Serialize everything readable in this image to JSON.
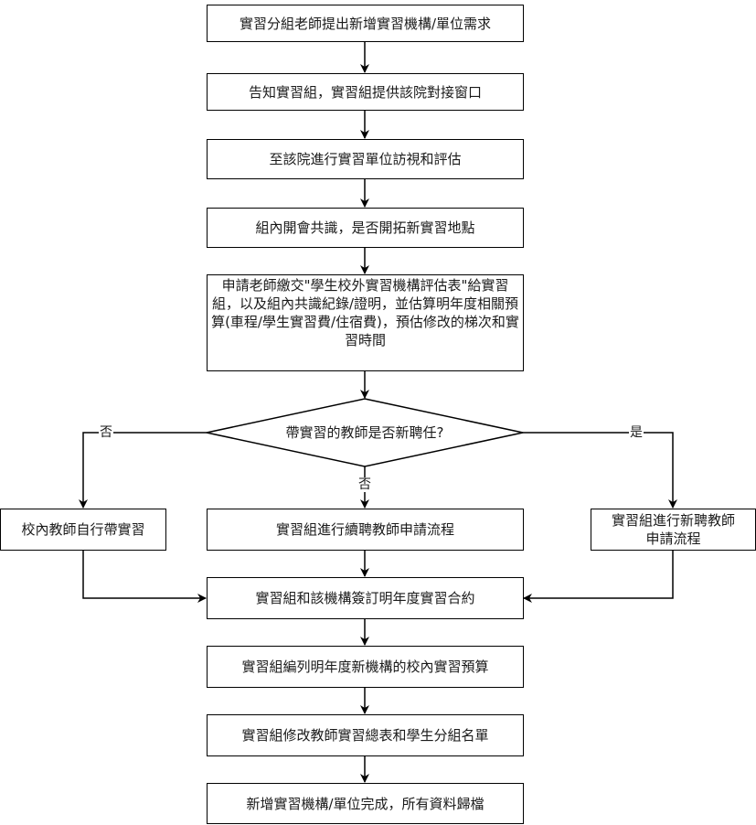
{
  "diagram": {
    "type": "flowchart",
    "nodes": {
      "step1": "實習分組老師提出新增實習機構/單位需求",
      "step2": "告知實習組，實習組提供該院對接窗口",
      "step3": "至該院進行實習單位訪視和評估",
      "step4": "組內開會共識，是否開拓新實習地點",
      "step5": "申請老師繳交\"學生校外實習機構評估表\"給實習組，以及組內共識紀錄/證明，並估算明年度相關預算(車程/學生實習費/住宿費)，預估修改的梯次和實習時間",
      "decision": "帶實習的教師是否新聘任?",
      "branch_left": "校內教師自行帶實習",
      "branch_middle": "實習組進行續聘教師申請流程",
      "branch_right": "實習組進行新聘教師申請流程",
      "step6": "實習組和該機構簽訂明年度實習合約",
      "step7": "實習組編列明年度新機構的校內實習預算",
      "step8": "實習組修改教師實習總表和學生分組名單",
      "step9": "新增實習機構/單位完成，所有資料歸檔"
    },
    "edge_labels": {
      "left_no": "否",
      "middle_no": "否",
      "right_yes": "是"
    },
    "edges": [
      [
        "step1",
        "step2"
      ],
      [
        "step2",
        "step3"
      ],
      [
        "step3",
        "step4"
      ],
      [
        "step4",
        "step5"
      ],
      [
        "step5",
        "decision"
      ],
      [
        "decision",
        "branch_left",
        "否"
      ],
      [
        "decision",
        "branch_middle",
        "否"
      ],
      [
        "decision",
        "branch_right",
        "是"
      ],
      [
        "branch_left",
        "step6"
      ],
      [
        "branch_middle",
        "step6"
      ],
      [
        "branch_right",
        "step6"
      ],
      [
        "step6",
        "step7"
      ],
      [
        "step7",
        "step8"
      ],
      [
        "step8",
        "step9"
      ]
    ]
  }
}
